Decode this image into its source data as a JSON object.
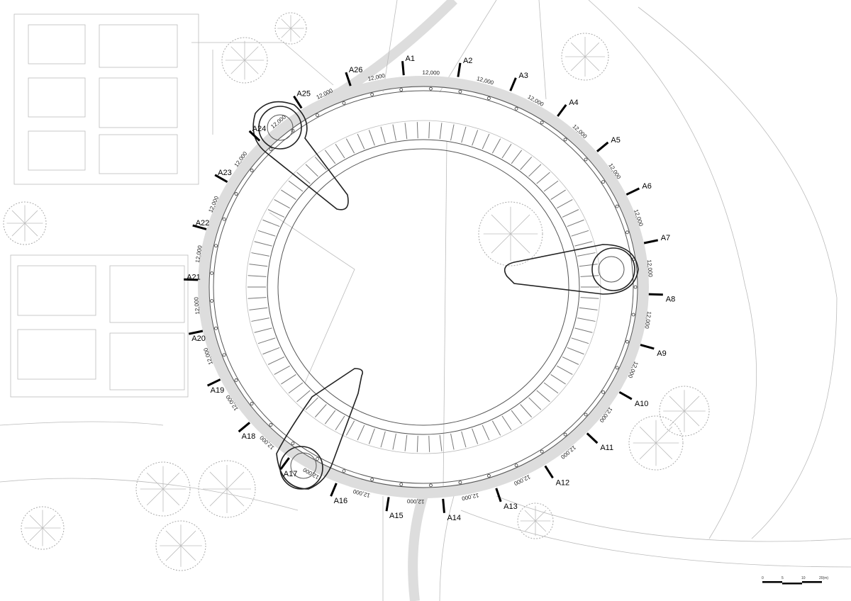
{
  "drawing": {
    "axis_labels": [
      "A1",
      "A2",
      "A3",
      "A4",
      "A5",
      "A6",
      "A7",
      "A8",
      "A9",
      "A10",
      "A11",
      "A12",
      "A13",
      "A14",
      "A15",
      "A16",
      "A17",
      "A18",
      "A19",
      "A20",
      "A21",
      "A22",
      "A23",
      "A24",
      "A25",
      "A26"
    ],
    "dimension_label": "12,000",
    "colors": {
      "ring_band": "#dddddd",
      "lines": "#555555",
      "site": "#bbbbbb"
    }
  },
  "scale_bar": {
    "ticks": [
      "0",
      "5",
      "10",
      "20(m)"
    ]
  }
}
